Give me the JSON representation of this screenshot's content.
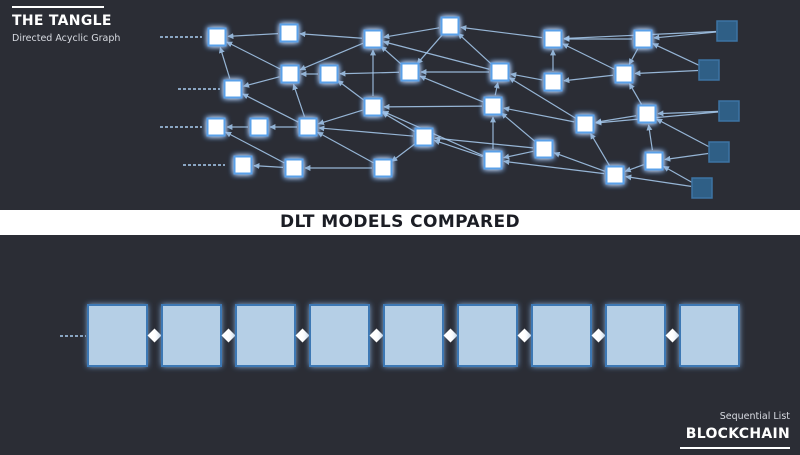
{
  "tangle": {
    "title": "THE TANGLE",
    "subtitle": "Directed Acyclic Graph"
  },
  "banner": {
    "text": "DLT MODELS COMPARED"
  },
  "blockchain": {
    "title": "BLOCKCHAIN",
    "subtitle": "Sequential List",
    "block_count": 9
  },
  "colors": {
    "background": "#2b2d35",
    "node_fill": "#ffffff",
    "node_glow": "#5aa0e8",
    "tip_fill": "#2f5f86",
    "edge": "#a9cdf2",
    "block_fill": "#b5cfe6",
    "block_border": "#3c78b4",
    "banner_bg": "#ffffff",
    "banner_text": "#1b1d24"
  }
}
